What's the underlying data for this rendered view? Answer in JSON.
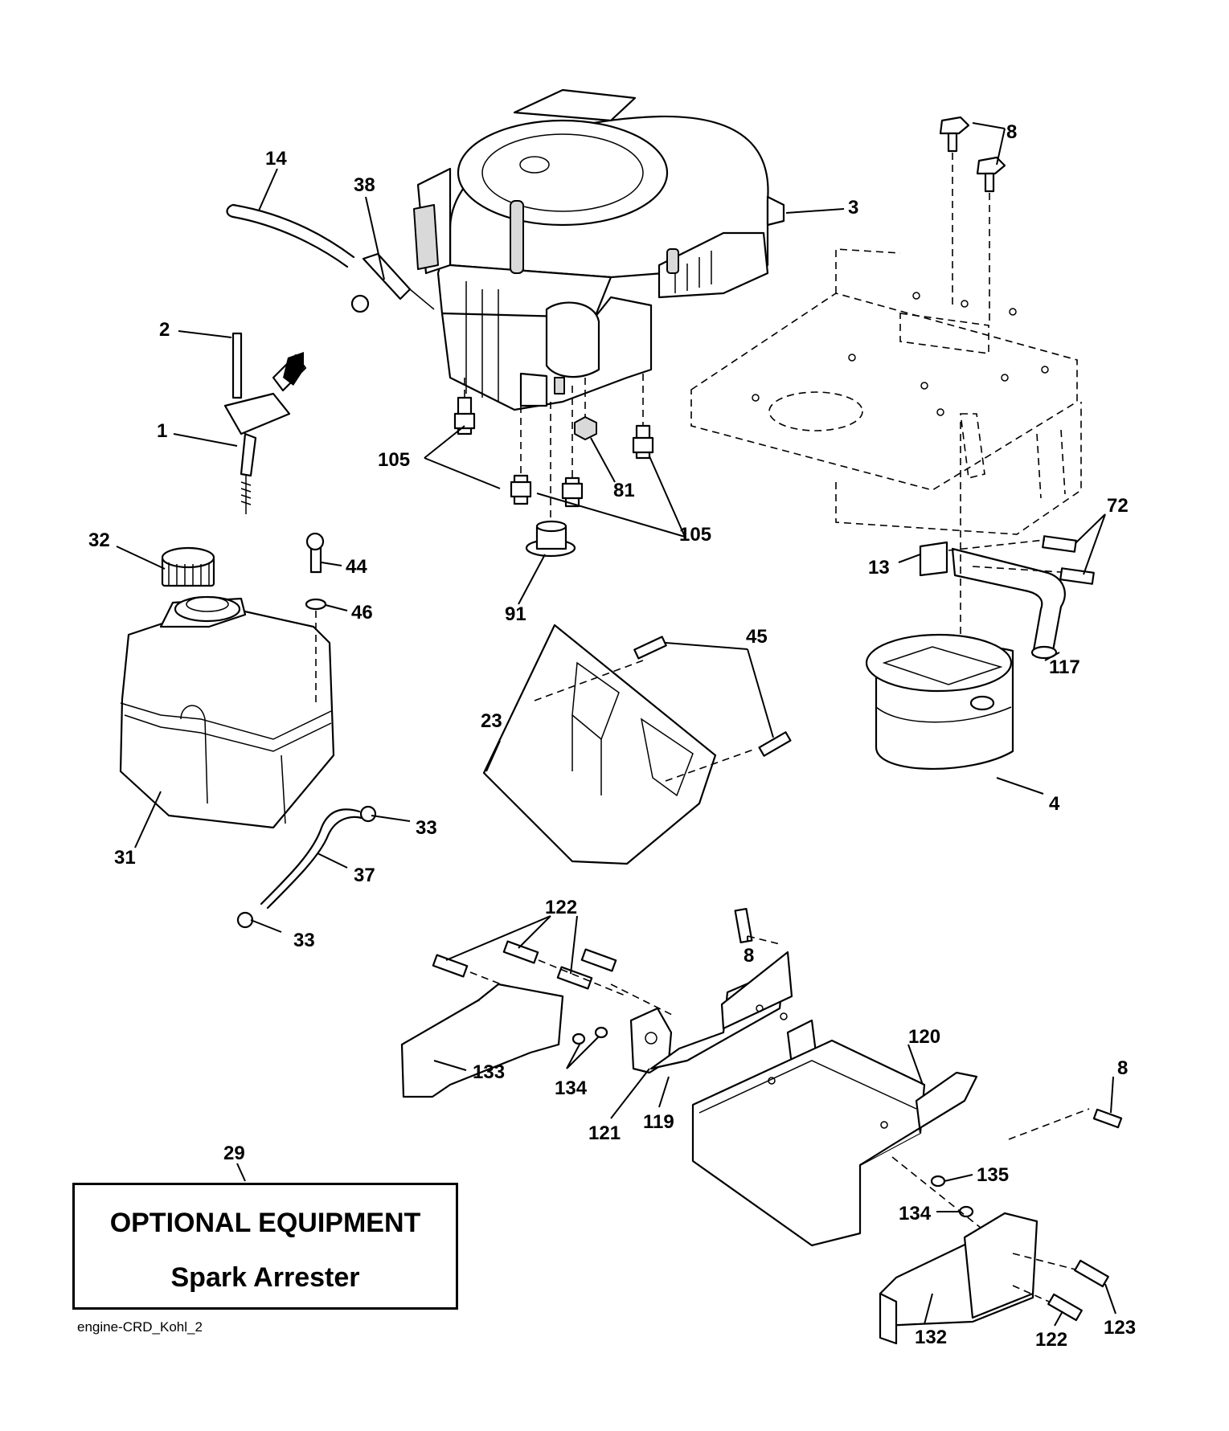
{
  "option_box": {
    "title": "OPTIONAL EQUIPMENT",
    "subtitle": "Spark Arrester"
  },
  "file_label": "engine-CRD_Kohl_2",
  "callouts": [
    {
      "id": "c-8a",
      "label": "8"
    },
    {
      "id": "c-3",
      "label": "3"
    },
    {
      "id": "c-14",
      "label": "14"
    },
    {
      "id": "c-38",
      "label": "38"
    },
    {
      "id": "c-2",
      "label": "2"
    },
    {
      "id": "c-1",
      "label": "1"
    },
    {
      "id": "c-105a",
      "label": "105"
    },
    {
      "id": "c-81",
      "label": "81"
    },
    {
      "id": "c-105b",
      "label": "105"
    },
    {
      "id": "c-72",
      "label": "72"
    },
    {
      "id": "c-32",
      "label": "32"
    },
    {
      "id": "c-44",
      "label": "44"
    },
    {
      "id": "c-46",
      "label": "46"
    },
    {
      "id": "c-13",
      "label": "13"
    },
    {
      "id": "c-91",
      "label": "91"
    },
    {
      "id": "c-45",
      "label": "45"
    },
    {
      "id": "c-117",
      "label": "117"
    },
    {
      "id": "c-23",
      "label": "23"
    },
    {
      "id": "c-4",
      "label": "4"
    },
    {
      "id": "c-31",
      "label": "31"
    },
    {
      "id": "c-33a",
      "label": "33"
    },
    {
      "id": "c-37",
      "label": "37"
    },
    {
      "id": "c-33b",
      "label": "33"
    },
    {
      "id": "c-122a",
      "label": "122"
    },
    {
      "id": "c-8b",
      "label": "8"
    },
    {
      "id": "c-120",
      "label": "120"
    },
    {
      "id": "c-133",
      "label": "133"
    },
    {
      "id": "c-134a",
      "label": "134"
    },
    {
      "id": "c-8c",
      "label": "8"
    },
    {
      "id": "c-121",
      "label": "121"
    },
    {
      "id": "c-119",
      "label": "119"
    },
    {
      "id": "c-29",
      "label": "29"
    },
    {
      "id": "c-135",
      "label": "135"
    },
    {
      "id": "c-134b",
      "label": "134"
    },
    {
      "id": "c-132",
      "label": "132"
    },
    {
      "id": "c-122b",
      "label": "122"
    },
    {
      "id": "c-123",
      "label": "123"
    }
  ]
}
